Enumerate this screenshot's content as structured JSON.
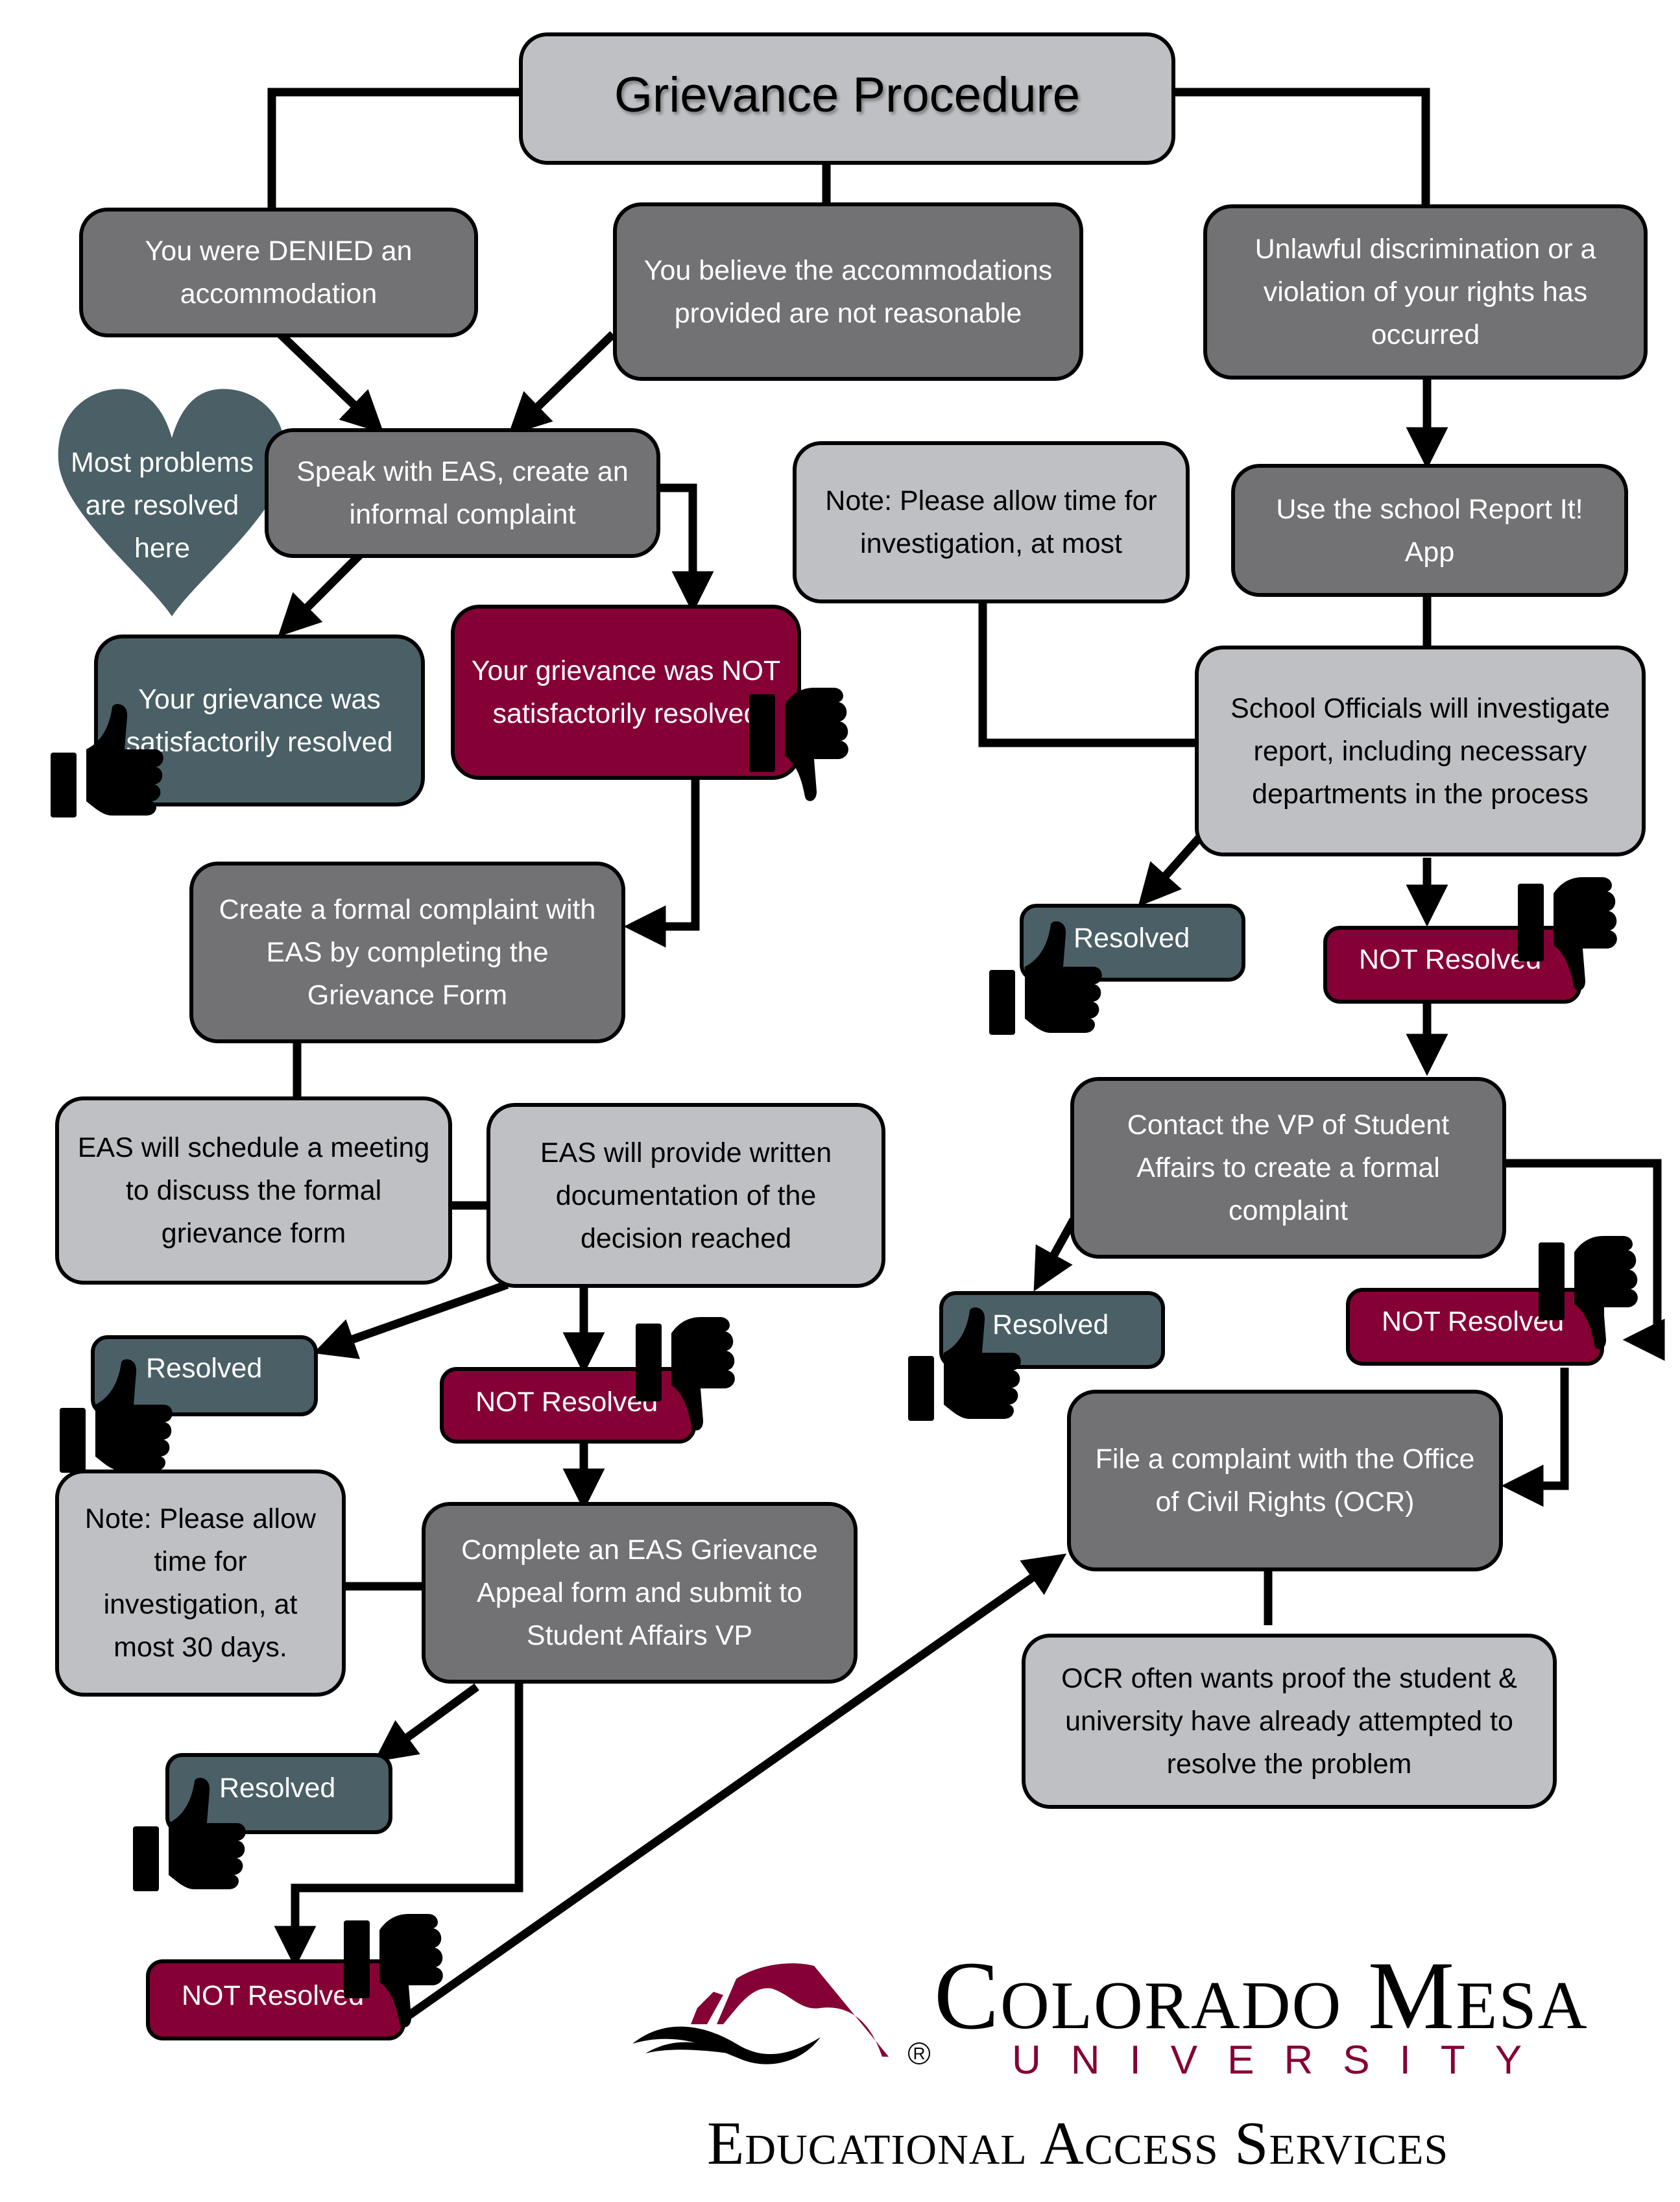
{
  "title": "Grievance Procedure",
  "colors": {
    "dark_box": "#727274",
    "light_box": "#bfc0c4",
    "resolved": "#4a6066",
    "not_resolved": "#850035",
    "brand_maroon": "#850035"
  },
  "start": {
    "denied": "You were DENIED an accommodation",
    "not_reasonable": "You believe the accommodations provided are not reasonable",
    "discrimination": "Unlawful discrimination or a violation of your rights has occurred"
  },
  "left_branch": {
    "heart_note": "Most problems are resolved here",
    "speak_with_eas": "Speak with EAS, create an informal complaint",
    "satisfied": "Your grievance was satisfactorily resolved",
    "not_satisfied": "Your grievance was NOT satisfactorily resolved",
    "formal_complaint": "Create a formal complaint with EAS by completing the Grievance Form",
    "schedule_meeting": "EAS will schedule a meeting to discuss the formal grievance form",
    "written_documentation": "EAS will provide written documentation of the decision reached",
    "resolved_1": "Resolved",
    "not_resolved_1": "NOT Resolved",
    "note_30_days": "Note: Please allow time for investigation, at most 30 days.",
    "appeal_form": "Complete an EAS Grievance Appeal form and submit to Student Affairs VP",
    "resolved_2": "Resolved",
    "not_resolved_2": "NOT Resolved"
  },
  "right_branch": {
    "note_investigation": "Note: Please allow time for investigation, at most",
    "report_it": "Use the school Report It! App",
    "officials_investigate": "School Officials will investigate report, including necessary departments in the process",
    "resolved_1": "Resolved",
    "not_resolved_1": "NOT Resolved",
    "contact_vp": "Contact the VP of Student Affairs to create a formal complaint",
    "resolved_2": "Resolved",
    "not_resolved_2": "NOT Resolved",
    "file_ocr": "File a complaint with the Office of Civil Rights (OCR)",
    "ocr_note": "OCR often wants proof the student & university have already attempted to resolve the problem"
  },
  "icons": {
    "resolved": "thumbs-up-icon",
    "not_resolved": "thumbs-down-icon",
    "note": "heart-icon"
  },
  "footer": {
    "university_name": "Colorado Mesa",
    "university_word": "UNIVERSITY",
    "registered_mark": "R",
    "department": "Educational Access Services"
  }
}
